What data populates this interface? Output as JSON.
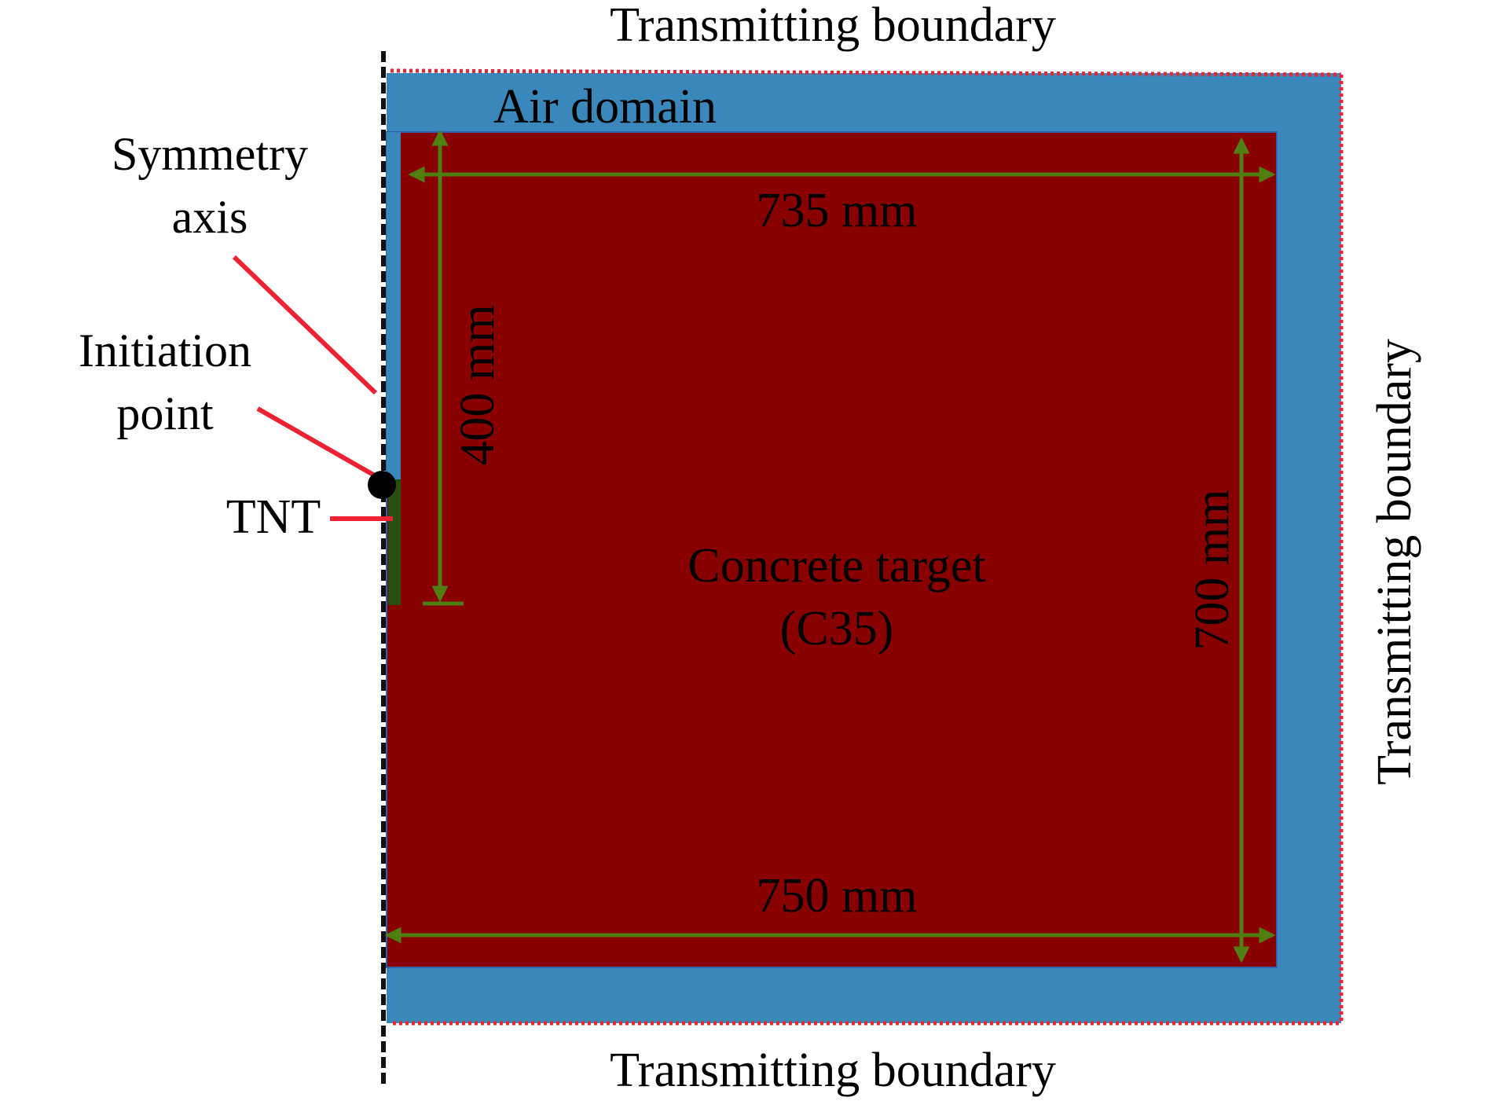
{
  "diagram": {
    "colors": {
      "air": "#3A88BB",
      "concrete": "#880000",
      "tnt": "#275010",
      "dimension": "#4E7F10",
      "leader": "#EE2233",
      "boundary_dots": "#EE2233",
      "symmetry_axis": "#111111",
      "initiation_point": "#000000"
    },
    "labels": {
      "top_boundary": "Transmitting boundary",
      "bottom_boundary": "Transmitting boundary",
      "right_boundary": "Transmitting boundary",
      "air_domain": "Air domain",
      "symmetry_line1": "Symmetry",
      "symmetry_line2": "axis",
      "initiation_line1": "Initiation",
      "initiation_line2": "point",
      "tnt": "TNT",
      "concrete_line1": "Concrete target",
      "concrete_line2": "(C35)"
    },
    "dimensions": {
      "width_inner": "735 mm",
      "width_outer": "750 mm",
      "depth_burst": "400 mm",
      "height": "700 mm"
    }
  }
}
